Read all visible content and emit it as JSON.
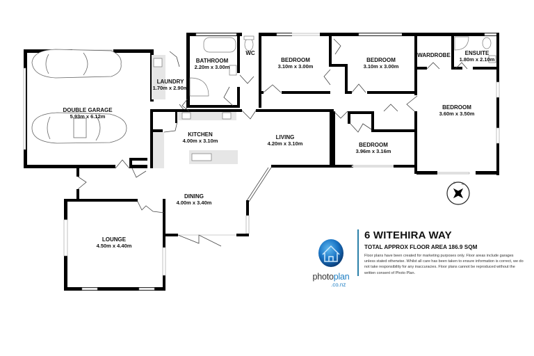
{
  "property": {
    "address": "6 WITEHIRA WAY",
    "total_area": "TOTAL APPROX FLOOR AREA 186.9 SQM",
    "disclaimer": "Floor plans have been created for marketing purposes only. Floor areas include garages unless stated otherwise. Whilst all care has been taken to ensure information is correct, we do not take responsibility for any inaccuracies. Floor plans cannot be reproduced without the written consent of Photo Plan."
  },
  "branding": {
    "logo_icon": "house-globe-icon",
    "name_part1": "photo",
    "name_part2": "plan",
    "domain": ".co.nz",
    "accent_color": "#1f7fc4",
    "divider_color": "#2a7fa8"
  },
  "compass": {
    "icon": "compass-rose-icon"
  },
  "rooms": [
    {
      "id": "double-garage",
      "name": "DOUBLE GARAGE",
      "dims": "5.93m  x 6.12m"
    },
    {
      "id": "laundry",
      "name": "LAUNDRY",
      "dims": "1.70m  x 2.90m"
    },
    {
      "id": "bathroom",
      "name": "BATHROOM",
      "dims": "2.20m  x 3.00m"
    },
    {
      "id": "wc",
      "name": "WC",
      "dims": ""
    },
    {
      "id": "bedroom-1",
      "name": "BEDROOM",
      "dims": "3.10m  x 3.00m"
    },
    {
      "id": "bedroom-2",
      "name": "BEDROOM",
      "dims": "3.10m  x 3.00m"
    },
    {
      "id": "wardrobe",
      "name": "WARDROBE",
      "dims": ""
    },
    {
      "id": "ensuite",
      "name": "ENSUITE",
      "dims": "1.80m  x 2.10m"
    },
    {
      "id": "bedroom-master",
      "name": "BEDROOM",
      "dims": "3.60m  x 3.50m"
    },
    {
      "id": "kitchen",
      "name": "KITCHEN",
      "dims": "4.00m  x 3.10m"
    },
    {
      "id": "living",
      "name": "LIVING",
      "dims": "4.20m  x 3.10m"
    },
    {
      "id": "bedroom-3",
      "name": "BEDROOM",
      "dims": "3.96m  x 3.16m"
    },
    {
      "id": "dining",
      "name": "DINING",
      "dims": "4.00m  x 3.40m"
    },
    {
      "id": "lounge",
      "name": "LOUNGE",
      "dims": "4.50m  x 4.40m"
    }
  ]
}
